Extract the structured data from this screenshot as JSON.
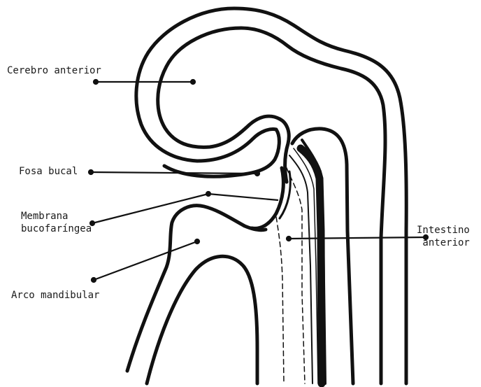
{
  "labels": {
    "cerebro_anterior": "Cerebro anterior",
    "fosa_bucal": "Fosa bucal",
    "membrana_line1": "Membrana",
    "membrana_line2": "bucofaríngea",
    "arco_mandibular": "Arco mandibular",
    "intestino_line1": "Intestino",
    "intestino_line2": "anterior"
  },
  "colors": {
    "ink": "#111111",
    "text": "#1a1a1a",
    "background": "#ffffff"
  }
}
